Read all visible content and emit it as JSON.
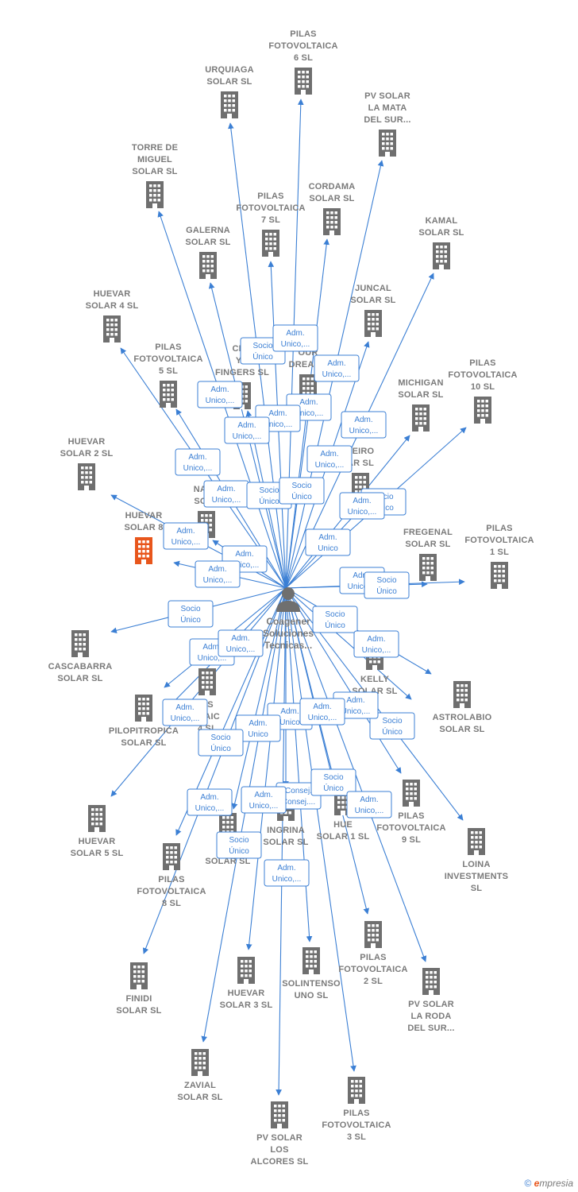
{
  "center": {
    "label": [
      "Coagener",
      "Soluciones",
      "Tecnicas..."
    ]
  },
  "colors": {
    "edge": "#3b7fd4",
    "node": "#6f6f6f",
    "highlight": "#e8561c"
  },
  "nodes": [
    {
      "id": "n1",
      "label": [
        "PILAS",
        "FOTOVOLTAICA",
        "6  SL"
      ]
    },
    {
      "id": "n2",
      "label": [
        "URQUIAGA",
        "SOLAR  SL"
      ]
    },
    {
      "id": "n3",
      "label": [
        "PV SOLAR",
        "LA MATA",
        "DEL SUR..."
      ]
    },
    {
      "id": "n4",
      "label": [
        "TORRE DE",
        "MIGUEL",
        "SOLAR SL"
      ]
    },
    {
      "id": "n5",
      "label": [
        "CORDAMA",
        "SOLAR  SL"
      ]
    },
    {
      "id": "n6",
      "label": [
        "PILAS",
        "FOTOVOLTAICA",
        "7  SL"
      ]
    },
    {
      "id": "n7",
      "label": [
        "KAMAL",
        "SOLAR  SL"
      ]
    },
    {
      "id": "n8",
      "label": [
        "GALERNA",
        "SOLAR  SL"
      ]
    },
    {
      "id": "n9",
      "label": [
        "JUNCAL",
        "SOLAR  SL"
      ]
    },
    {
      "id": "n10",
      "label": [
        "HUEVAR",
        "SOLAR 4  SL"
      ]
    },
    {
      "id": "n11",
      "label": [
        "PILAS",
        "FOTOVOLTAICA",
        "5  SL"
      ]
    },
    {
      "id": "n12",
      "label": [
        "CRO",
        "YO",
        "FINGERS  SL"
      ]
    },
    {
      "id": "n13",
      "label": [
        "E",
        "OUR",
        "DREAMS"
      ]
    },
    {
      "id": "n14",
      "label": [
        "PILAS",
        "FOTOVOLTAICA",
        "10  SL"
      ]
    },
    {
      "id": "n15",
      "label": [
        "MICHIGAN",
        "SOLAR  SL"
      ]
    },
    {
      "id": "n16",
      "label": [
        "HUEVAR",
        "SOLAR 2  SL"
      ]
    },
    {
      "id": "n17",
      "label": [
        "NARA",
        "SOLA"
      ]
    },
    {
      "id": "n18",
      "label": [
        "LEIRO",
        "AR  SL"
      ]
    },
    {
      "id": "n19",
      "label": [
        "HUEVAR",
        "SOLAR 8"
      ],
      "highlight": true
    },
    {
      "id": "n20",
      "label": [
        "FREGENAL",
        "SOLAR  SL"
      ]
    },
    {
      "id": "n21",
      "label": [
        "PILAS",
        "FOTOVOLTAICA",
        "1  SL"
      ]
    },
    {
      "id": "n22",
      "label": [
        "CASCABARRA",
        "SOLAR  SL"
      ]
    },
    {
      "id": "n23",
      "label": [
        "KELLY",
        "SOLAR  SL"
      ]
    },
    {
      "id": "n24",
      "label": [
        "AS",
        "LTAIC",
        "4  SL"
      ]
    },
    {
      "id": "n25",
      "label": [
        "ASTROLABIO",
        "SOLAR  SL"
      ]
    },
    {
      "id": "n26",
      "label": [
        "PILOPITROPICA",
        "SOLAR  SL"
      ]
    },
    {
      "id": "n27",
      "label": [
        "HUEVAR",
        "SOLAR 5  SL"
      ]
    },
    {
      "id": "n28",
      "label": [
        "INGRINA",
        "SOLAR  SL"
      ]
    },
    {
      "id": "n29",
      "label": [
        "HUE",
        "SOLAR 1  SL"
      ]
    },
    {
      "id": "n30",
      "label": [
        "PILAS",
        "FOTOVOLTAICA",
        "9  SL"
      ]
    },
    {
      "id": "n31",
      "label": [
        "LOINA",
        "INVESTMENTS",
        "SL"
      ]
    },
    {
      "id": "n32",
      "label": [
        "PILAS",
        "FOTOVOLTAICA",
        "8  SL"
      ]
    },
    {
      "id": "n33",
      "label": [
        "BE",
        "SOLAR  SL"
      ]
    },
    {
      "id": "n34",
      "label": [
        "FINIDI",
        "SOLAR  SL"
      ]
    },
    {
      "id": "n35",
      "label": [
        "HUEVAR",
        "SOLAR 3  SL"
      ]
    },
    {
      "id": "n36",
      "label": [
        "SOLINTENSO",
        "UNO  SL"
      ]
    },
    {
      "id": "n37",
      "label": [
        "PILAS",
        "FOTOVOLTAICA",
        "2  SL"
      ]
    },
    {
      "id": "n38",
      "label": [
        "PV SOLAR",
        "LA RODA",
        "DEL SUR..."
      ]
    },
    {
      "id": "n39",
      "label": [
        "ZAVIAL",
        "SOLAR  SL"
      ]
    },
    {
      "id": "n40",
      "label": [
        "PV SOLAR",
        "LOS",
        "ALCORES  SL"
      ]
    },
    {
      "id": "n41",
      "label": [
        "PILAS",
        "FOTOVOLTAICA",
        "3  SL"
      ]
    }
  ],
  "edge_labels": [
    [
      "Socio",
      "Único"
    ],
    [
      "Adm.",
      "Unico,..."
    ],
    [
      "Adm.",
      "Unico,..."
    ],
    [
      "Adm.",
      "Unico,..."
    ],
    [
      "Adm.",
      "Unico,..."
    ],
    [
      "Adm.",
      "Unico,..."
    ],
    [
      "Adm.",
      "Unico,..."
    ],
    [
      "Adm.",
      "Unico,..."
    ],
    [
      "Adm.",
      "Unico,..."
    ],
    [
      "Adm.",
      "Unico,..."
    ],
    [
      "Adm.",
      "Unico,..."
    ],
    [
      "Socio",
      "Único"
    ],
    [
      "Socio",
      "Único"
    ],
    [
      "Socio",
      "Único"
    ],
    [
      "Adm.",
      "Unico,..."
    ],
    [
      "Adm.",
      "Unico,..."
    ],
    [
      "Adm.",
      "Unico"
    ],
    [
      "Adm.",
      "Unico,..."
    ],
    [
      "Adm.",
      "Unico,..."
    ],
    [
      "Adm.",
      "Unico,..."
    ],
    [
      "Socio",
      "Único"
    ],
    [
      "Socio",
      "Único"
    ],
    [
      "Socio",
      "Único"
    ],
    [
      "Adm.",
      "Unico,..."
    ],
    [
      "Adm.",
      "Unico,..."
    ],
    [
      "Adm.",
      "Unico,..."
    ],
    [
      "Socio",
      "Único"
    ],
    [
      "Adm.",
      "Unico,..."
    ],
    [
      "Adm.",
      "Unico"
    ],
    [
      "Adm.",
      "Unico"
    ],
    [
      "Adm.",
      "Unico,..."
    ],
    [
      "Adm.",
      "Unico,..."
    ],
    [
      "Socio",
      "Único"
    ],
    [
      "Adm.",
      "Unico,..."
    ],
    [
      "Consej.",
      "Consej...."
    ],
    [
      "Adm.",
      "Unico,..."
    ],
    [
      "Socio",
      "Único"
    ],
    [
      "Adm.",
      "Unico,..."
    ],
    [
      "Socio",
      "Único"
    ],
    [
      "Adm.",
      "Unico,..."
    ]
  ],
  "footer": {
    "copyright": "©",
    "brand_initial": "e",
    "brand_rest": "mpresia"
  }
}
